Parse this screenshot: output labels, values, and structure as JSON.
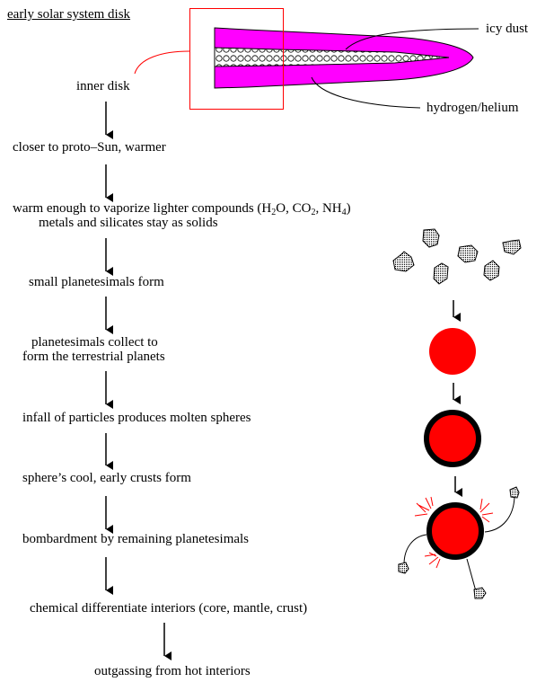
{
  "title": "early solar system disk",
  "disk_labels": {
    "inner": "inner disk",
    "icy": "icy dust",
    "gas": "hydrogen/helium"
  },
  "steps": {
    "s1": "closer to proto–Sun, warmer",
    "s2": {
      "p1": "warm enough to vaporize lighter compounds (H",
      "sub1": "2",
      "p2": "O, CO",
      "sub2": "2",
      "p3": ", NH",
      "sub3": "4",
      "p4": ")",
      "line2": "metals and silicates stay as solids"
    },
    "s3": "small planetesimals form",
    "s4a": "planetesimals collect to",
    "s4b": "form the terrestrial planets",
    "s5": "infall of particles produces molten spheres",
    "s6": "sphere’s cool, early crusts form",
    "s7": "bombardment by remaining planetesimals",
    "s8": "chemical differentiate interiors (core, mantle, crust)",
    "s9": "outgassing from hot interiors"
  },
  "colors": {
    "disk": "#ff00ff",
    "box": "#ff0000",
    "planet": "#ff0000"
  }
}
